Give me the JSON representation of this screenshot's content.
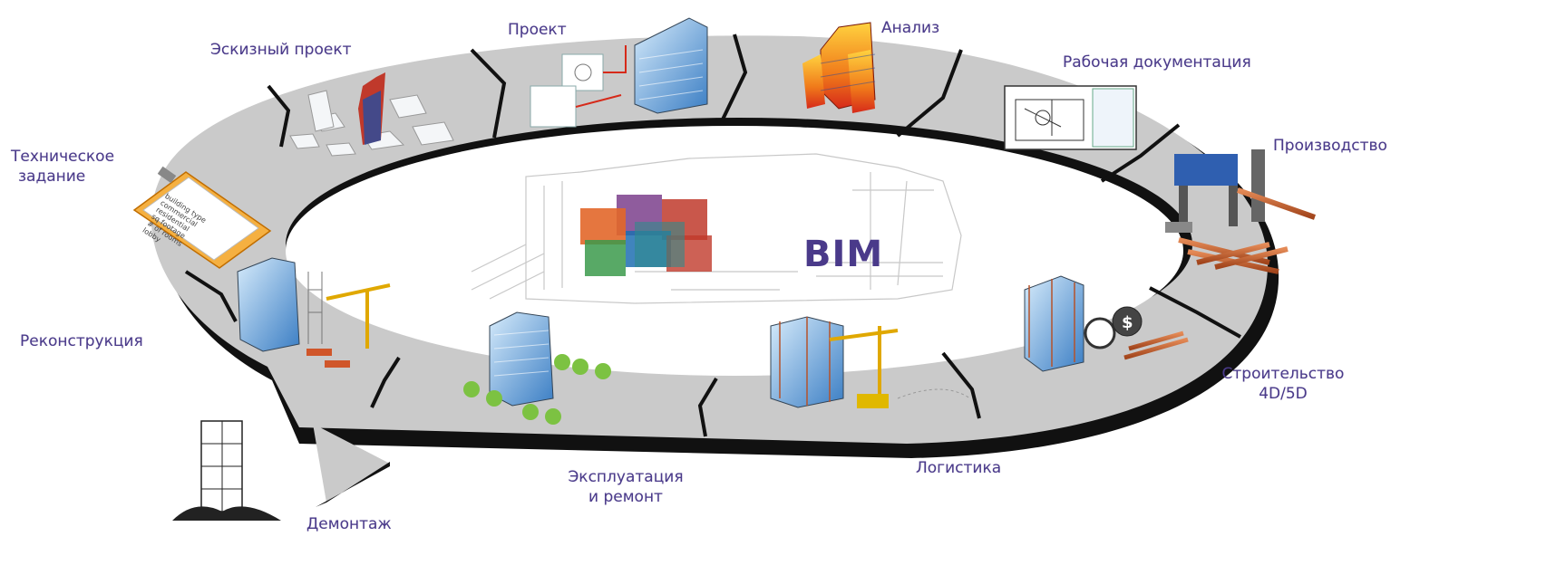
{
  "center": {
    "title": "BIM"
  },
  "stages": [
    {
      "id": "sketch",
      "label": "Эскизный проект",
      "icon": "sketch-model-icon"
    },
    {
      "id": "project",
      "label": "Проект",
      "icon": "project-drawing-icon"
    },
    {
      "id": "analysis",
      "label": "Анализ",
      "icon": "analysis-model-icon"
    },
    {
      "id": "docs",
      "label": "Рабочая документация",
      "icon": "working-drawing-icon"
    },
    {
      "id": "production",
      "label": "Производство",
      "icon": "factory-machine-icon"
    },
    {
      "id": "construction",
      "label_line1": "Строительство",
      "label_line2": "4D/5D",
      "icon": "construction-cost-icon"
    },
    {
      "id": "logistics",
      "label": "Логистика",
      "icon": "crane-logistics-icon"
    },
    {
      "id": "operation",
      "label_line1": "Эксплуатация",
      "label_line2": "и ремонт",
      "icon": "building-park-icon"
    },
    {
      "id": "demolition",
      "label": "Демонтаж",
      "icon": "demolished-building-icon"
    },
    {
      "id": "reconstruction",
      "label": "Реконструкция",
      "icon": "reconstruction-crane-icon"
    },
    {
      "id": "tech",
      "label_line1": "Техническое",
      "label_line2": "задание",
      "icon": "clipboard-checklist-icon"
    }
  ],
  "clipboard": {
    "lines": [
      "building type",
      "commercial",
      "residential",
      "sq footage",
      "# of rooms",
      "lobby"
    ]
  },
  "colors": {
    "ring": "#c9c9c9",
    "ring_edge": "#111111",
    "label": "#4a3a8a",
    "accent_red": "#c0392b",
    "glass_blue": "#5b9bd5"
  }
}
